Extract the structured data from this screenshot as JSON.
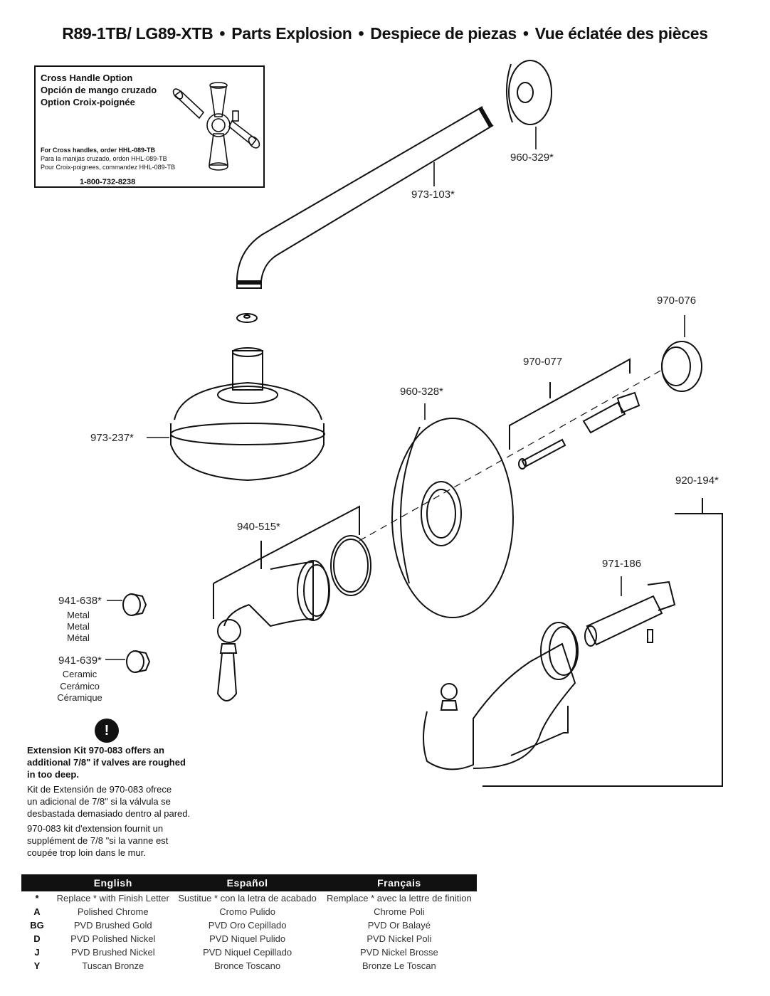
{
  "header": {
    "model": "R89-1TB/ LG89-XTB",
    "sep": "•",
    "en": "Parts Explosion",
    "es": "Despiece de piezas",
    "fr": "Vue éclatée des pièces"
  },
  "option_box": {
    "title_en": "Cross Handle Option",
    "title_es": "Opción de mango cruzado",
    "title_fr": "Option Croix-poignée",
    "note_en": "For Cross handles, order HHL-089-TB",
    "note_es": "Para la manijas cruzado, ordon HHL-089-TB",
    "note_fr": "Pour Croix-poignees, commandez HHL-089-TB",
    "phone": "1-800-732-8238"
  },
  "parts": {
    "p960_329": "960-329*",
    "p973_103": "973-103*",
    "p970_076": "970-076",
    "p970_077": "970-077",
    "p960_328": "960-328*",
    "p973_237": "973-237*",
    "p920_194": "920-194*",
    "p940_515": "940-515*",
    "p971_186": "971-186",
    "p941_638": "941-638*",
    "p941_639": "941-639*"
  },
  "materials": {
    "metal_en": "Metal",
    "metal_es": "Metal",
    "metal_fr": "Métal",
    "ceramic_en": "Ceramic",
    "ceramic_es": "Cerámico",
    "ceramic_fr": "Céramique"
  },
  "warning": {
    "icon": "!",
    "en_1": "Extension Kit 970-083 offers an",
    "en_2": "additional 7/8\" if valves are roughed",
    "en_3": "in too deep.",
    "es_1": "Kit de Extensión de 970-083 ofrece",
    "es_2": "un adicional de 7/8\" si la válvula se",
    "es_3": "desbastada demasiado dentro al pared.",
    "fr_1": "970-083 kit d'extension fournit un",
    "fr_2": "supplément de 7/8 \"si la vanne est",
    "fr_3": "coupée trop loin dans le mur."
  },
  "finish_table": {
    "headers": [
      "English",
      "Español",
      "Français"
    ],
    "rows": [
      {
        "code": "*",
        "en": "Replace * with Finish Letter",
        "es": "Sustitue * con la letra de acabado",
        "fr": "Remplace * avec la lettre de finition"
      },
      {
        "code": "A",
        "en": "Polished Chrome",
        "es": "Cromo Pulido",
        "fr": "Chrome Poli"
      },
      {
        "code": "BG",
        "en": "PVD Brushed Gold",
        "es": "PVD Oro Cepillado",
        "fr": "PVD Or Balayé"
      },
      {
        "code": "D",
        "en": "PVD Polished Nickel",
        "es": "PVD Niquel Pulido",
        "fr": "PVD Nickel Poli"
      },
      {
        "code": "J",
        "en": "PVD Brushed Nickel",
        "es": "PVD Niquel Cepillado",
        "fr": "PVD Nickel Brosse"
      },
      {
        "code": "Y",
        "en": "Tuscan Bronze",
        "es": "Bronce Toscano",
        "fr": "Bronze Le Toscan"
      }
    ]
  }
}
